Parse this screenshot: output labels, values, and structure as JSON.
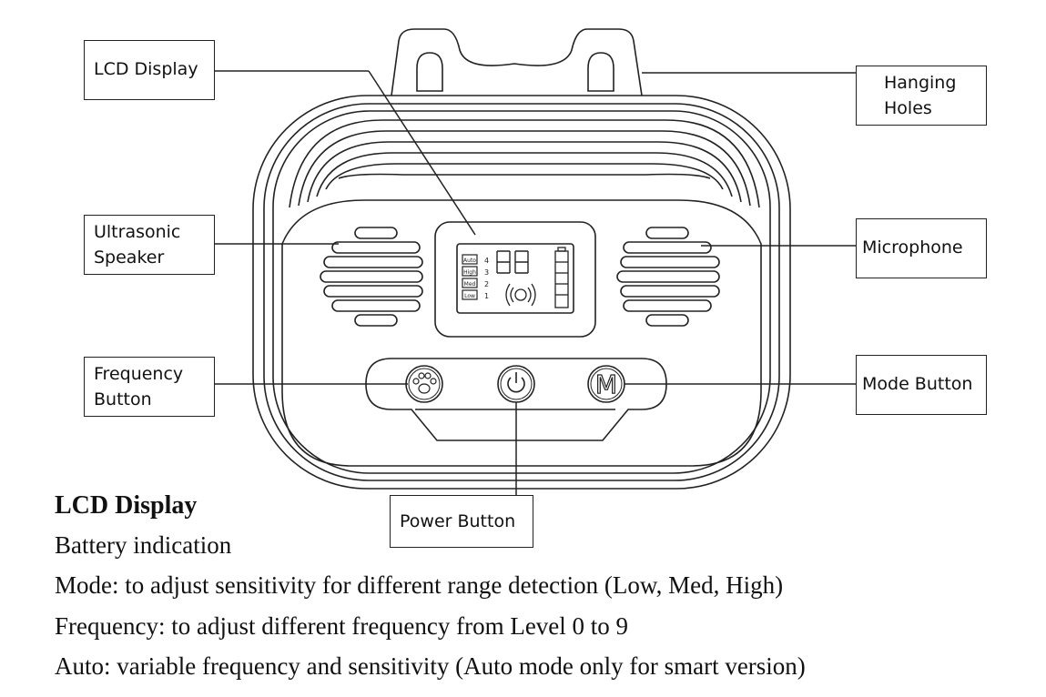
{
  "callouts": {
    "lcd_display": "LCD Display",
    "hanging_holes": "Hanging\nHoles",
    "ultrasonic_speaker": "Ultrasonic\nSpeaker",
    "microphone": "Microphone",
    "frequency_button": "Frequency\nButton",
    "mode_button": "Mode Button",
    "power_button": "Power Button"
  },
  "lcd": {
    "level_labels": [
      "Auto",
      "High",
      "Med",
      "Low"
    ],
    "level_numbers": [
      "4",
      "3",
      "2",
      "1"
    ],
    "digits": "88"
  },
  "buttons": {
    "mode_letter": "M"
  },
  "description": {
    "title": "LCD Display",
    "lines": [
      "Battery indication",
      "Mode: to adjust sensitivity for different range detection (Low, Med, High)",
      "Frequency: to adjust different frequency from Level 0 to 9",
      "Auto: variable frequency and sensitivity (Auto mode only for smart version)"
    ]
  }
}
